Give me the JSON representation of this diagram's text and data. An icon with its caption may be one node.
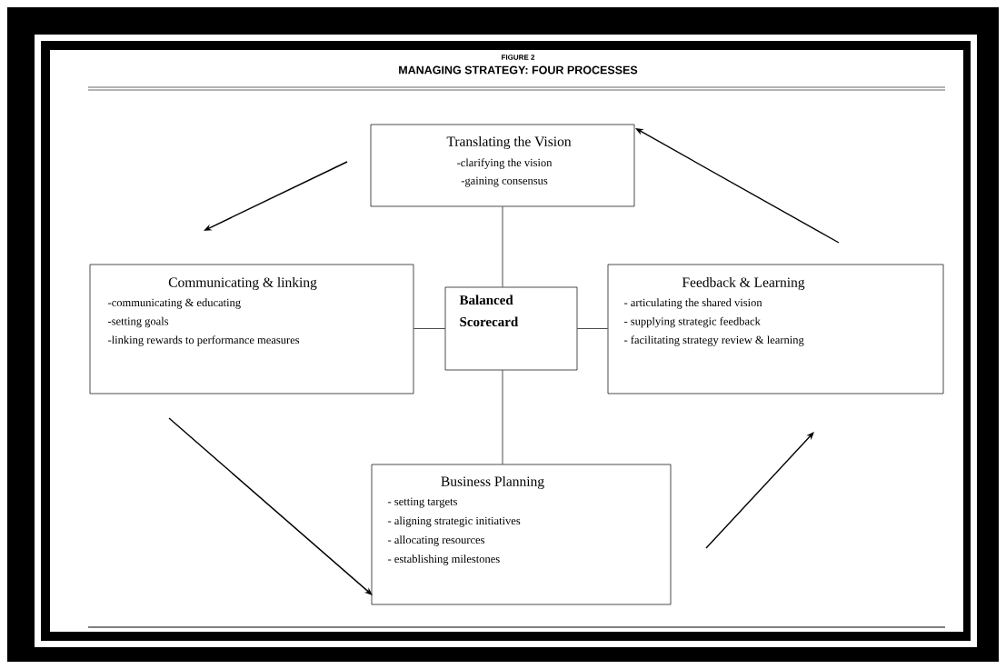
{
  "diagram": {
    "title": "MANAGING STRATEGY: FOUR PROCESSES",
    "nodes": [
      {
        "text": [
          "Translating the Vision",
          "-clarifying the vision",
          "-gaining consensus"
        ]
      },
      {
        "text": [
          "Communicating & linking",
          "-communicating & educating",
          "-setting goals",
          "-linking rewards to performance measures"
        ]
      },
      {
        "text": [
          "Balanced Scorecard"
        ]
      },
      {
        "text": [
          "Feedback & Learning",
          "- articulating the shared vision",
          "- supplying strategic feedback",
          "- facilitating strategy review & learning"
        ]
      },
      {
        "text": [
          "Business Planning",
          "-    setting targets",
          "-    aligning strategic initiatives",
          "-    allocating resources",
          "-    establishing milestones"
        ]
      }
    ],
    "edges": [
      {
        "from": 2,
        "to": 0,
        "arrow": "none"
      },
      {
        "from": 2,
        "to": 1,
        "arrow": "none"
      },
      {
        "from": 2,
        "to": 3,
        "arrow": "none"
      },
      {
        "from": 2,
        "to": 4,
        "arrow": "none"
      },
      {
        "from": 0,
        "to": 1,
        "arrow": "to"
      },
      {
        "from": 1,
        "to": 4,
        "arrow": "to"
      },
      {
        "from": 4,
        "to": 3,
        "arrow": "to"
      },
      {
        "from": 3,
        "to": 0,
        "arrow": "to"
      }
    ],
    "labels": [
      "FIGURE 2"
    ]
  }
}
